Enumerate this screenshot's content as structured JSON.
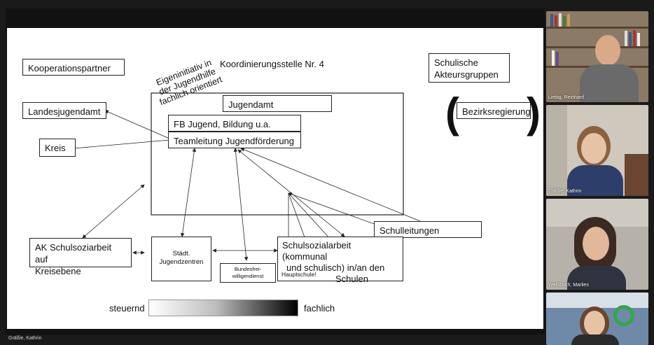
{
  "slide": {
    "kooperationspartner": "Kooperationspartner",
    "koordinierungsstelle": "Koordinierungsstelle Nr. 4",
    "schulische_line1": "Schulische",
    "schulische_line2": "Akteursgruppen",
    "eigeninitiativ_line1": "Eigeninitiativ in",
    "eigeninitiativ_line2": "der Jugendhilfe",
    "eigeninitiativ_line3": "fachlich orientiert",
    "jugendamt": "Jugendamt",
    "landesjugendamt": "Landesjugendamt",
    "fb_jugend": "FB Jugend, Bildung u.a.",
    "teamleitung": "Teamleitung Jugendförderung",
    "kreis": "Kreis",
    "bezirksregierung": "Bezirksregierung",
    "paren_open": "(",
    "paren_close": ")",
    "schulleitungen": "Schulleitungen",
    "ak_line1": "AK Schulsoziarbeit auf",
    "ak_line2": "Kreisebene",
    "staedt_line1": "Städt.",
    "staedt_line2": "Jugendzentren",
    "bfd_line1": "Bundesfrei-",
    "bfd_line2": "willigendienst",
    "schulsozial_line1": "Schulsozialarbeit (kommunal",
    "schulsozial_line2": "und schulisch) in/an den",
    "schulsozial_line3": "Schulen",
    "hauptschule": "Hauptschule!",
    "steuernd": "steuernd",
    "fachlich": "fachlich"
  },
  "presenter_name": "Gräßle, Kathrin",
  "participants": [
    {
      "name": "Liebig, Reinhard"
    },
    {
      "name": "Gräßle, Kathrin"
    },
    {
      "name": "Weißbrich, Marlies"
    },
    {
      "name": ""
    }
  ],
  "colors": {
    "slide_bg": "#ffffff",
    "frame_bg": "#1a1a1a",
    "line": "#222222"
  }
}
